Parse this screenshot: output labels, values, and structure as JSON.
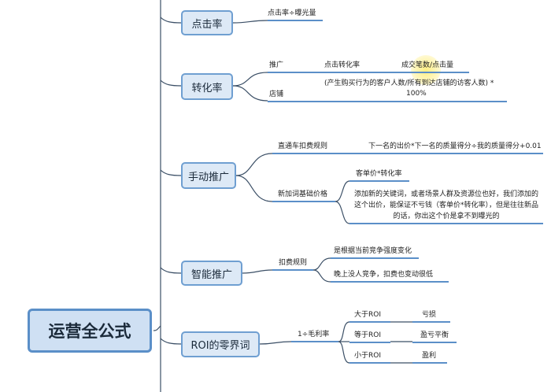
{
  "root": "运营全公式",
  "branches": {
    "ctr": {
      "title": "点击率",
      "formula": "点击率÷曝光量"
    },
    "conversion": {
      "title": "转化率",
      "promo": {
        "label": "推广",
        "click": "点击转化率",
        "deal": "成交笔数/点击量"
      },
      "store": {
        "label": "店铺",
        "formula_line1": "(产生购买行为的客户人数/所有到达店铺的访客人数) *",
        "formula_line2": "100%"
      }
    },
    "manual": {
      "title": "手动推广",
      "train": {
        "label": "直通车扣费规则",
        "formula": "下一名的出价*下一名的质量得分÷我的质量得分+0.01"
      },
      "newword": {
        "label": "新加词基础价格",
        "price": "客单价*转化率",
        "desc": "添加新的关键词，或者场景人群及资源位也好，我们添加的这个出价，能保证不亏钱（客单价*转化率），但是往往新品的话，你出这个价是拿不到曝光的"
      }
    },
    "smart": {
      "title": "智能推广",
      "rule": "扣费规则",
      "note1": "是根据当前竞争强度变化",
      "note2": "晚上没人竞争，扣费也变动很低"
    },
    "roi": {
      "title": "ROI的零界词",
      "base": "1÷毛利率",
      "rows": [
        {
          "cond": "大于ROI",
          "result": "亏损"
        },
        {
          "cond": "等于ROI",
          "result": "盈亏平衡"
        },
        {
          "cond": "小于ROI",
          "result": "盈利"
        }
      ]
    }
  },
  "colors": {
    "line": "#5b8fc8",
    "connector": "#3b4f66",
    "node_fill": "#dde9f6",
    "highlight": "#ffe86e"
  }
}
